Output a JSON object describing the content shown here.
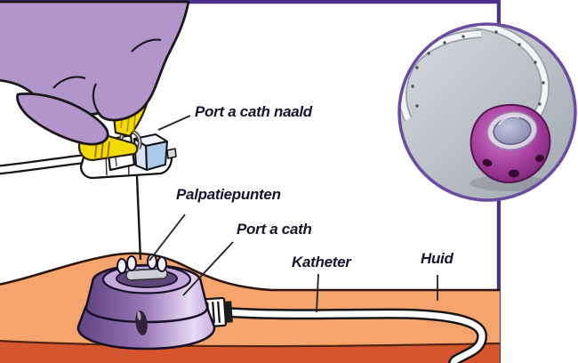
{
  "figure": {
    "type": "medical-illustration",
    "labels": {
      "needle": "Port a cath naald",
      "palpation_points": "Palpatiepunten",
      "port": "Port a cath",
      "catheter": "Katheter",
      "skin": "Huid"
    },
    "inset_photo_icon": "port-a-cath-photo"
  },
  "colors": {
    "frame": "#4e2f8d",
    "canvas": "#ffffff",
    "skin-light": "#f5a46d",
    "skin-deep": "#d4552e",
    "skin-outline": "#2b140a",
    "glove": "#b295ca",
    "outline": "#181818",
    "needle-yellow": "#f3da07",
    "hub-blue": "#abc9e8",
    "port-purple": "#9b79b8",
    "label-text": "#15152d",
    "inset-ring": "#6a4ba0",
    "inset-bg": "#b4b9c1",
    "inset-port": "#a23b9b",
    "tube": "#ffffff"
  }
}
